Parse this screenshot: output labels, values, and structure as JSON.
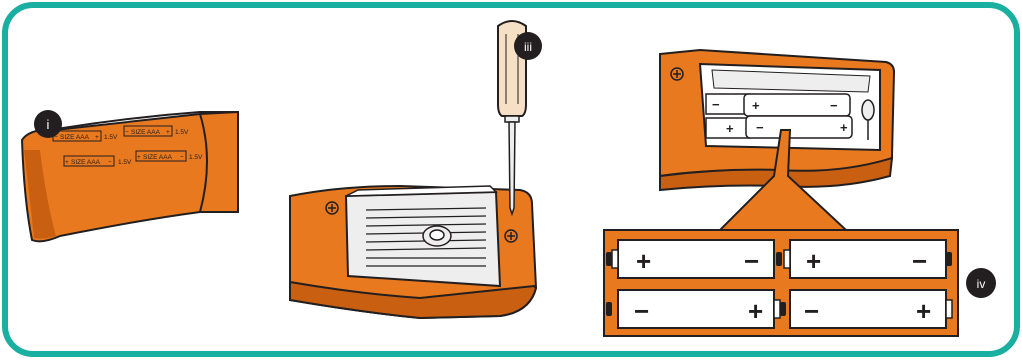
{
  "steps": [
    {
      "label": "i"
    },
    {
      "label": "iii"
    },
    {
      "label": "iv"
    }
  ],
  "battery_label": {
    "size_text": "SIZE AAA",
    "voltage_text": "1.5V",
    "plus": "+",
    "minus": "−"
  },
  "colors": {
    "frame": "#1aafa0",
    "housing": "#e8791e",
    "housing_dark": "#c95f10",
    "outline": "#231f20",
    "cover": "#eeeeee",
    "badge": "#231f20",
    "badge_text": "#ffffff",
    "handle": "#f6e0c5"
  },
  "icons": [
    "phillips-screw-icon",
    "screwdriver-icon",
    "battery-icon"
  ]
}
